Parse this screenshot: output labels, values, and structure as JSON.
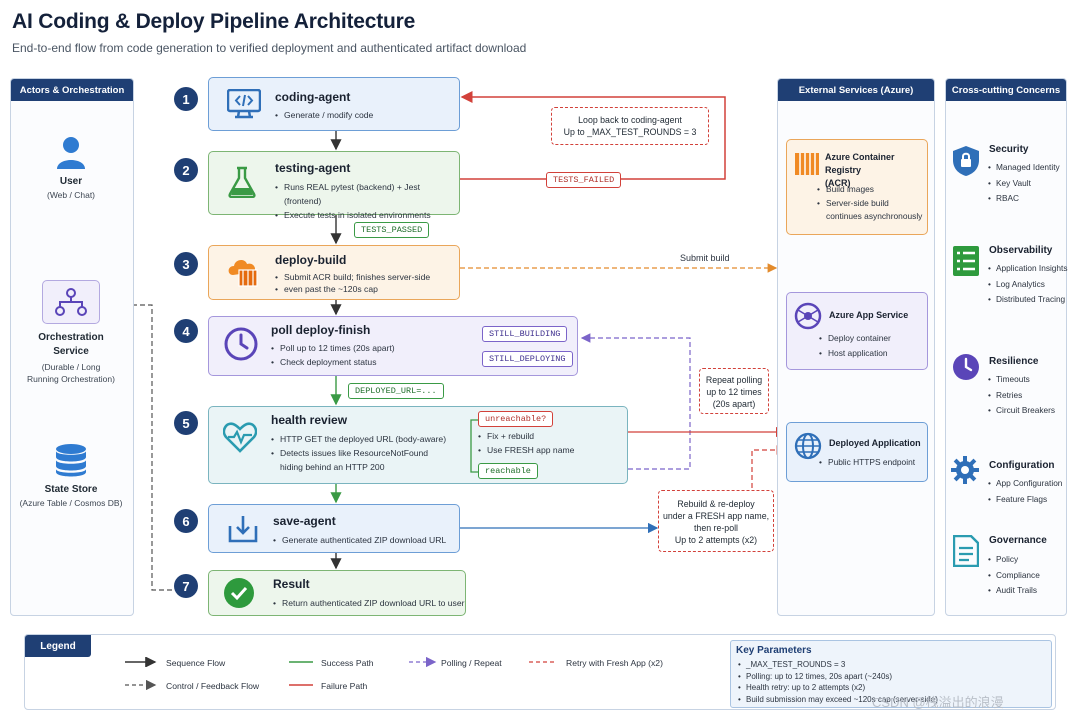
{
  "header": {
    "title": "AI Coding & Deploy Pipeline Architecture",
    "subtitle": "End-to-end flow from code generation to verified deployment and authenticated artifact download"
  },
  "actors_panel": {
    "heading": "Actors & Orchestration",
    "user": {
      "label": "User",
      "sub": "(Web / Chat)"
    },
    "orchestration": {
      "label_line1": "Orchestration",
      "label_line2": "Service",
      "sub_line1": "(Durable / Long",
      "sub_line2": "Running Orchestration)"
    },
    "state_store": {
      "label": "State Store",
      "sub": "(Azure Table / Cosmos DB)"
    }
  },
  "steps": [
    {
      "num": "1",
      "title": "coding-agent",
      "bullets": [
        "Generate / modify code"
      ]
    },
    {
      "num": "2",
      "title": "testing-agent",
      "bullets": [
        "Runs REAL pytest (backend) + Jest (frontend)",
        "Execute tests in isolated environments"
      ]
    },
    {
      "num": "3",
      "title": "deploy-build",
      "bullets": [
        "Submit ACR build; finishes server-side",
        "even past the ~120s cap"
      ]
    },
    {
      "num": "4",
      "title": "poll deploy-finish",
      "bullets": [
        "Poll up to 12 times (20s apart)",
        "Check deployment status"
      ]
    },
    {
      "num": "5",
      "title": "health review",
      "bullets": [
        "HTTP GET the deployed URL (body-aware)",
        "Detects issues like ResourceNotFound",
        "hiding behind an HTTP 200"
      ]
    },
    {
      "num": "6",
      "title": "save-agent",
      "bullets": [
        "Generate authenticated ZIP download URL"
      ]
    },
    {
      "num": "7",
      "title": "Result",
      "bullets": [
        "Return authenticated ZIP download URL to user"
      ]
    }
  ],
  "tags": {
    "tests_failed": "TESTS_FAILED",
    "tests_passed": "TESTS_PASSED",
    "still_building": "STILL_BUILDING",
    "still_deploying": "STILL_DEPLOYING",
    "deployed_url": "DEPLOYED_URL=...",
    "unreachable": "unreachable?",
    "reachable": "reachable"
  },
  "health_sub": [
    "Fix + rebuild",
    "Use FRESH app name"
  ],
  "notes": {
    "loop_line1": "Loop back to coding-agent",
    "loop_line2": "Up to _MAX_TEST_ROUNDS = 3",
    "submit_build": "Submit build",
    "repeat_line1": "Repeat polling",
    "repeat_line2": "up to 12 times",
    "repeat_line3": "(20s apart)",
    "rebuild_line1": "Rebuild & re-deploy",
    "rebuild_line2": "under a FRESH app name,",
    "rebuild_line3": "then re-poll",
    "rebuild_line4": "Up to 2 attempts (x2)"
  },
  "external_panel": {
    "heading": "External Services (Azure)",
    "acr": {
      "title_line1": "Azure Container Registry",
      "title_line2": "(ACR)",
      "bullets": [
        "Build images",
        "Server-side build",
        "continues asynchronously"
      ]
    },
    "app_service": {
      "title": "Azure App Service",
      "bullets": [
        "Deploy container",
        "Host application"
      ]
    },
    "deployed_app": {
      "title": "Deployed Application",
      "bullets": [
        "Public HTTPS endpoint"
      ]
    }
  },
  "concerns_panel": {
    "heading": "Cross-cutting Concerns",
    "items": [
      {
        "title": "Security",
        "icon": "shield-lock-icon",
        "bullets": [
          "Managed Identity",
          "Key Vault",
          "RBAC"
        ]
      },
      {
        "title": "Observability",
        "icon": "list-checklist-icon",
        "bullets": [
          "Application Insights",
          "Log Analytics",
          "Distributed Tracing"
        ]
      },
      {
        "title": "Resilience",
        "icon": "clock-icon",
        "bullets": [
          "Timeouts",
          "Retries",
          "Circuit Breakers"
        ]
      },
      {
        "title": "Configuration",
        "icon": "gear-icon",
        "bullets": [
          "App Configuration",
          "Feature Flags"
        ]
      },
      {
        "title": "Governance",
        "icon": "document-icon",
        "bullets": [
          "Policy",
          "Compliance",
          "Audit Trails"
        ]
      }
    ]
  },
  "legend": {
    "heading": "Legend",
    "items": [
      "Sequence Flow",
      "Control / Feedback Flow",
      "Success Path",
      "Failure Path",
      "Polling / Repeat",
      "Retry with Fresh App (x2)"
    ]
  },
  "key_parameters": {
    "title": "Key Parameters",
    "items": [
      "_MAX_TEST_ROUNDS = 3",
      "Polling: up to 12 times, 20s apart (~240s)",
      "Health retry: up to 2 attempts (x2)",
      "Build submission may exceed ~120s cap (server-side)"
    ]
  },
  "watermark": "CSDN @栈溢出的浪漫",
  "colors": {
    "navy": "#1f3f74",
    "blue_box": "#e9f1fb",
    "green_box": "#edf6ec",
    "orange_box": "#fdf3e6",
    "purple_box": "#f1effb",
    "teal_box": "#eaf4f6",
    "success": "#3a9a45",
    "failure": "#d2413a",
    "polling": "#7b64c9"
  }
}
